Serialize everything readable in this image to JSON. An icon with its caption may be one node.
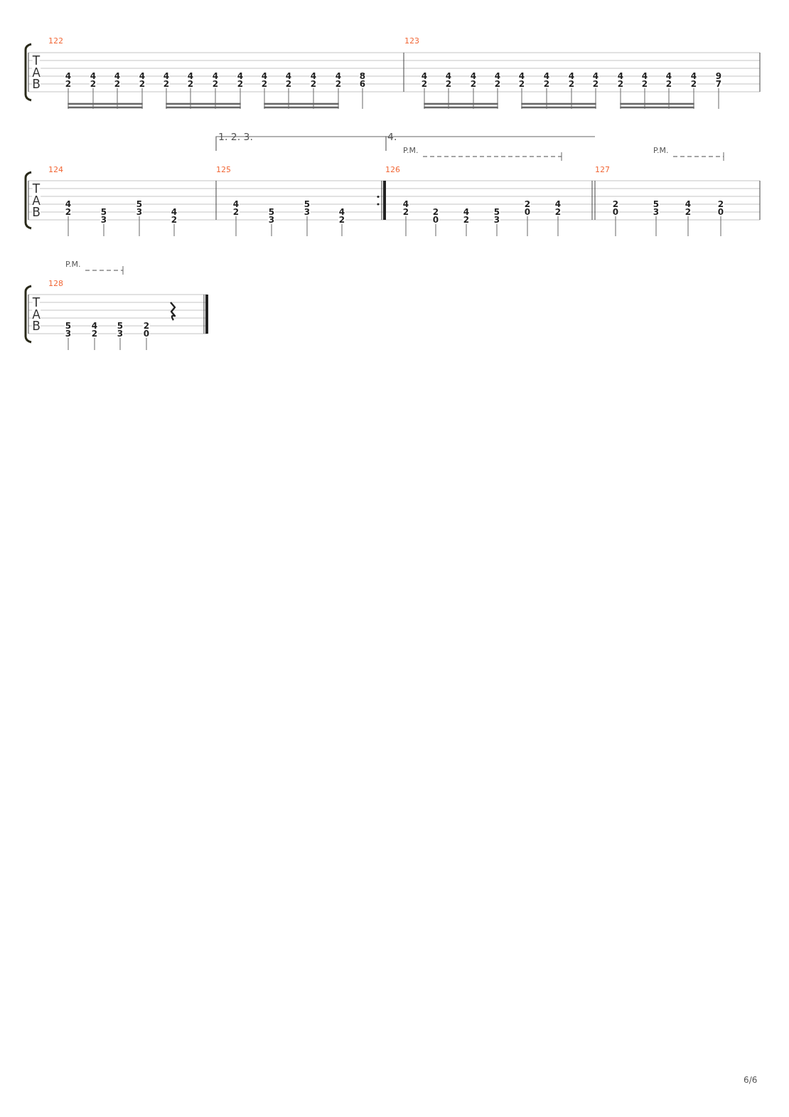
{
  "diagram": {
    "labels": [
      "122",
      "T",
      "A",
      "B",
      "4",
      "2",
      "4",
      "2",
      "4",
      "2",
      "4",
      "2",
      "4",
      "2",
      "4",
      "2",
      "4",
      "2",
      "4",
      "2",
      "4",
      "2",
      "4",
      "2",
      "4",
      "2",
      "4",
      "2",
      "8",
      "6",
      "123",
      "4",
      "2",
      "4",
      "2",
      "4",
      "2",
      "4",
      "2",
      "4",
      "2",
      "4",
      "2",
      "4",
      "2",
      "4",
      "2",
      "4",
      "2",
      "4",
      "2",
      "4",
      "2",
      "4",
      "2",
      "9",
      "7",
      "1. 2. 3.",
      "4.",
      "P.M.",
      "P.M.",
      "124",
      "T",
      "A",
      "B",
      "4",
      "2",
      "5",
      "3",
      "5",
      "3",
      "4",
      "2",
      "125",
      "4",
      "2",
      "5",
      "3",
      "5",
      "3",
      "4",
      "2",
      "126",
      "4",
      "2",
      "2",
      "0",
      "4",
      "2",
      "5",
      "3",
      "2",
      "0",
      "4",
      "2",
      "127",
      "2",
      "0",
      "5",
      "3",
      "4",
      "2",
      "2",
      "0",
      "P.M.",
      "128",
      "T",
      "A",
      "B",
      "5",
      "3",
      "4",
      "2",
      "5",
      "3",
      "2",
      "0",
      "6/6"
    ]
  }
}
